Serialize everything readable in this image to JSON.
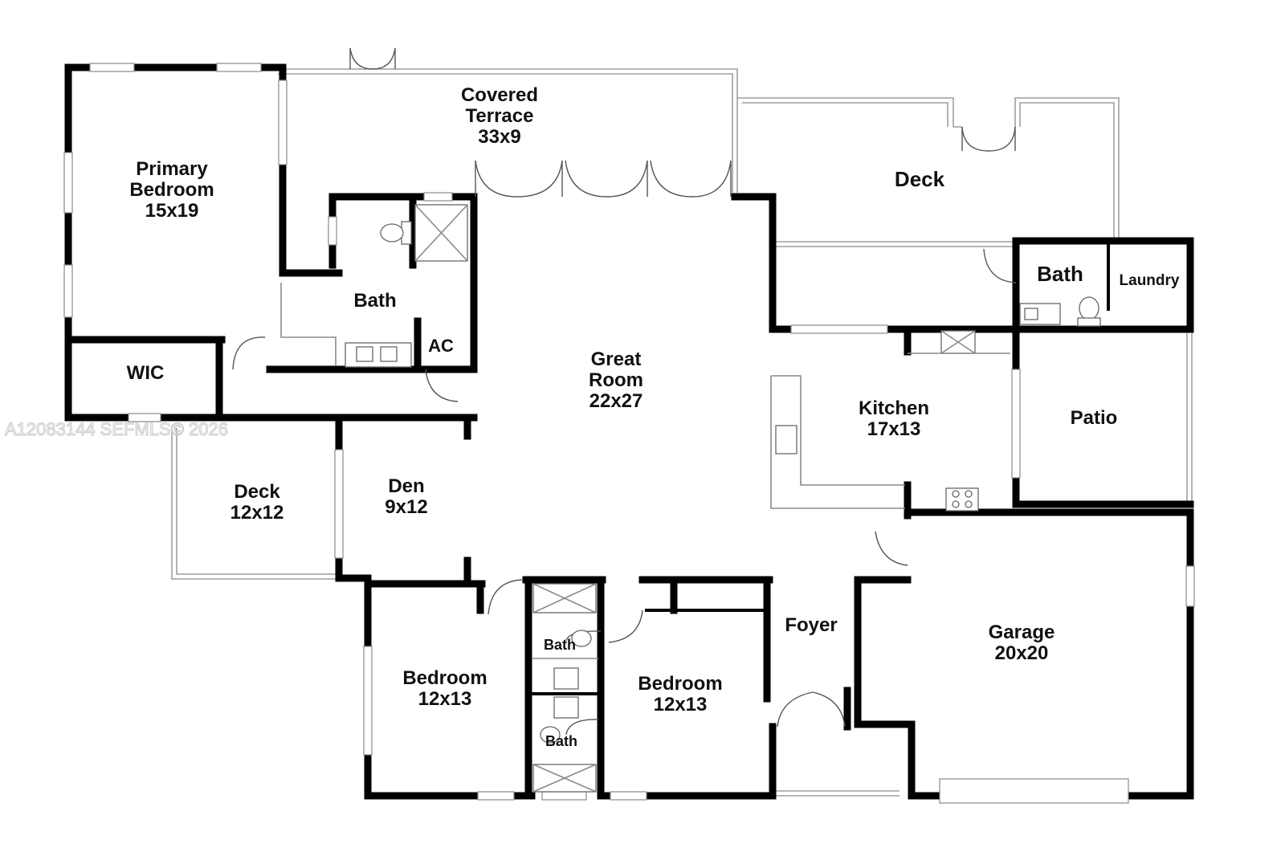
{
  "rooms": {
    "primary_bedroom": {
      "name_line1": "Primary",
      "name_line2": "Bedroom",
      "size": "15x19"
    },
    "covered_terrace": {
      "name_line1": "Covered",
      "name_line2": "Terrace",
      "size": "33x9"
    },
    "deck_top": {
      "name": "Deck"
    },
    "bath_primary": {
      "name": "Bath"
    },
    "ac": {
      "name": "AC"
    },
    "wic": {
      "name": "WIC"
    },
    "great_room": {
      "name_line1": "Great",
      "name_line2": "Room",
      "size": "22x27"
    },
    "bath_laundry": {
      "name": "Bath"
    },
    "laundry": {
      "name": "Laundry"
    },
    "kitchen": {
      "name": "Kitchen",
      "size": "17x13"
    },
    "patio": {
      "name": "Patio"
    },
    "deck_left": {
      "name": "Deck",
      "size": "12x12"
    },
    "den": {
      "name": "Den",
      "size": "9x12"
    },
    "foyer": {
      "name": "Foyer"
    },
    "garage": {
      "name": "Garage",
      "size": "20x20"
    },
    "bedroom_left": {
      "name": "Bedroom",
      "size": "12x13"
    },
    "bedroom_right": {
      "name": "Bedroom",
      "size": "12x13"
    },
    "bath_upper_small": {
      "name": "Bath"
    },
    "bath_lower_small": {
      "name": "Bath"
    }
  },
  "watermark": "A12083144  SEFMLS© 2026",
  "colors": {
    "wall": "#000000",
    "thin_line": "#8a8a8a",
    "background": "#ffffff"
  }
}
